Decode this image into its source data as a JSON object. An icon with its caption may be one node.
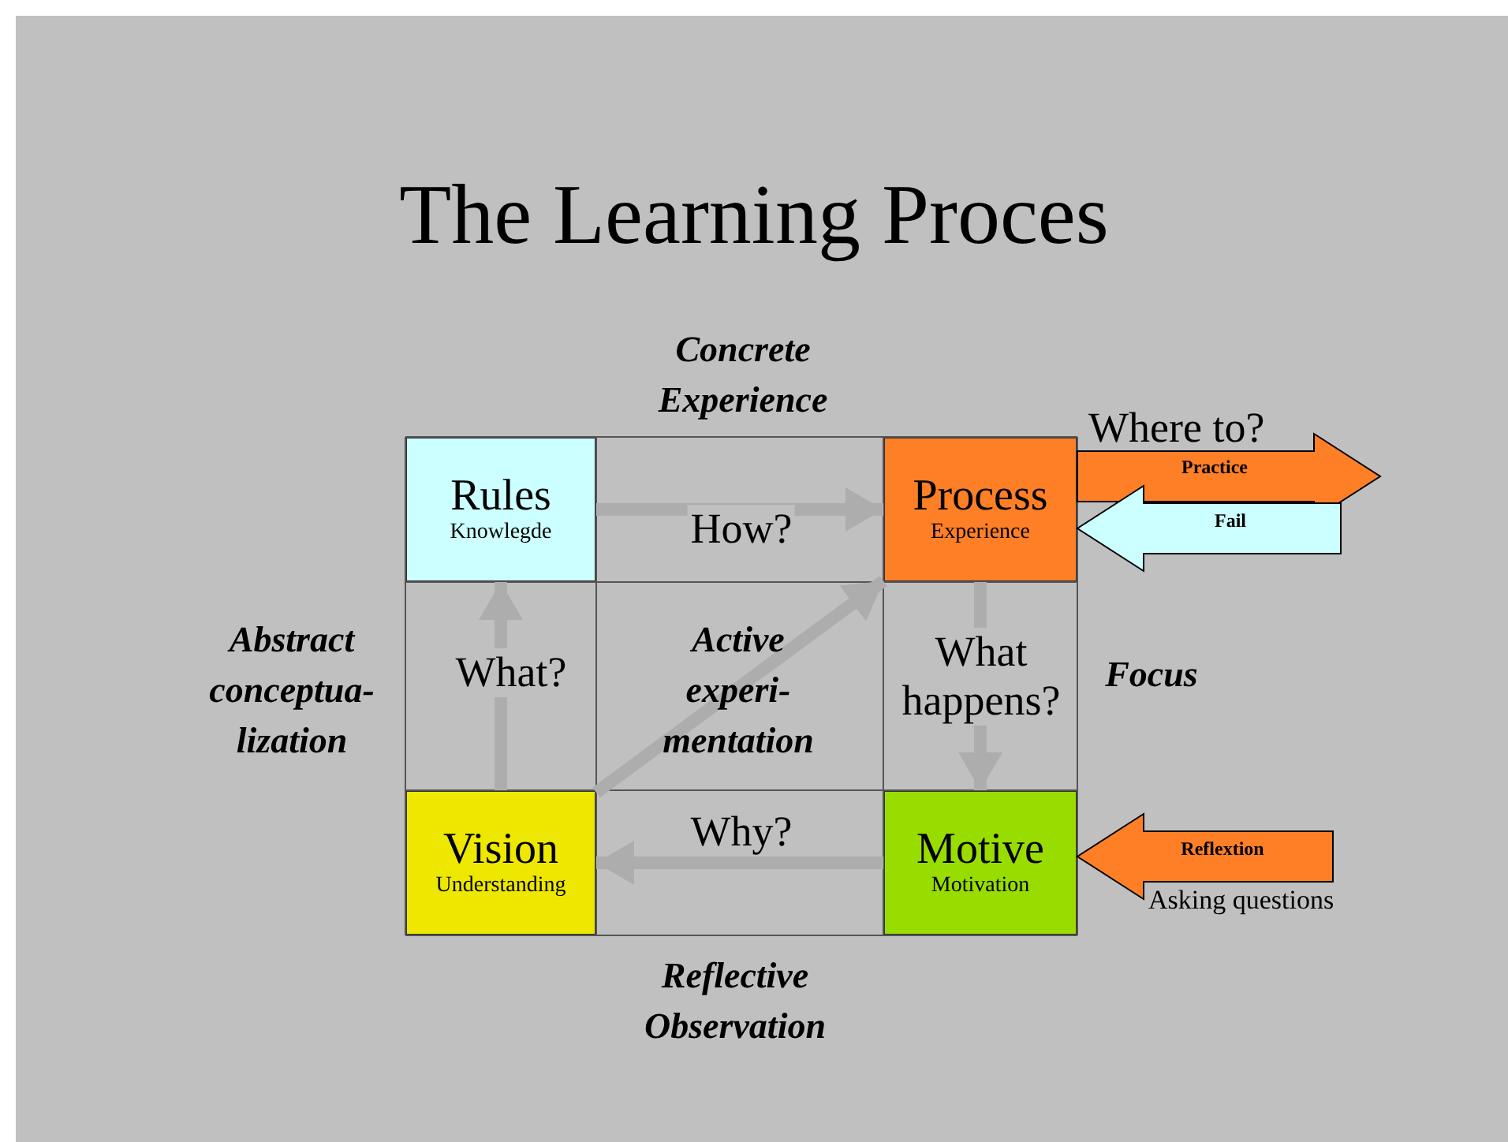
{
  "diagram": {
    "title": "The Learning Proces",
    "nodes": [
      {
        "text": [
          "Rules",
          "Knowlegde"
        ]
      },
      {
        "text": [
          "Process",
          "Experience"
        ]
      },
      {
        "text": [
          "Vision",
          "Understanding"
        ]
      },
      {
        "text": [
          "Motive",
          "Motivation"
        ]
      }
    ],
    "edges": [
      {
        "from": 0,
        "to": 1,
        "arrow": "to",
        "label": "How?"
      },
      {
        "from": 1,
        "to": 3,
        "arrow": "to",
        "label": "What happens?"
      },
      {
        "from": 3,
        "to": 2,
        "arrow": "to",
        "label": "Why?"
      },
      {
        "from": 2,
        "to": 0,
        "arrow": "to",
        "label": "What?"
      },
      {
        "from": 2,
        "to": 1,
        "arrow": "to",
        "label": "Active experi- mentation"
      },
      {
        "from": 1,
        "to": null,
        "arrow": "to",
        "label": "Practice",
        "style": "thick",
        "color": "#ff7f27"
      },
      {
        "from": null,
        "to": 1,
        "arrow": "to",
        "label": "Fail",
        "style": "thick",
        "color": "#ccffff"
      },
      {
        "from": null,
        "to": 3,
        "arrow": "to",
        "label": "Reflextion",
        "style": "thick",
        "color": "#ff7f27"
      }
    ],
    "labels": [
      "Concrete Experience",
      "Where to?",
      "Abstract conceptua- lization",
      "Focus",
      "Asking questions",
      "Reflective Observation"
    ]
  }
}
